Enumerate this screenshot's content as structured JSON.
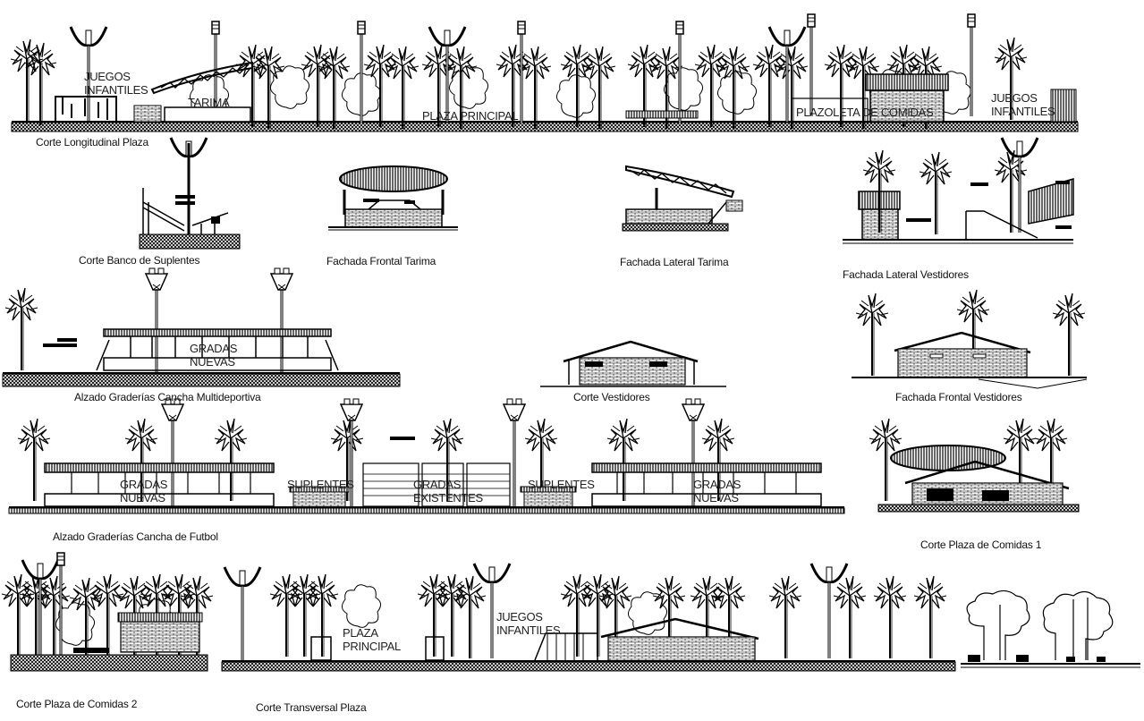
{
  "sheet": {
    "background": "#ffffff",
    "line_color": "#000000",
    "drawings": [
      {
        "id": "corte-longitudinal-plaza",
        "caption": "Corte Longitudinal Plaza",
        "tags": [
          "JUEGOS\nINFANTILES",
          "TARIMA",
          "PLAZA PRINCIPAL",
          "PLAZOLETA DE COMIDAS",
          "JUEGOS\nINFANTILES"
        ]
      },
      {
        "id": "corte-banco-suplentes",
        "caption": "Corte Banco de Suplentes",
        "tags": []
      },
      {
        "id": "fachada-frontal-tarima",
        "caption": "Fachada Frontal Tarima",
        "tags": []
      },
      {
        "id": "fachada-lateral-tarima",
        "caption": "Fachada Lateral Tarima",
        "tags": []
      },
      {
        "id": "fachada-lateral-vestidores",
        "caption": "Fachada Lateral Vestidores",
        "tags": []
      },
      {
        "id": "alzado-graderias-multideportiva",
        "caption": "Alzado Graderías Cancha Multideportiva",
        "tags": [
          "GRADAS\nNUEVAS"
        ]
      },
      {
        "id": "corte-vestidores",
        "caption": "Corte Vestidores",
        "tags": []
      },
      {
        "id": "fachada-frontal-vestidores",
        "caption": "Fachada Frontal Vestidores",
        "tags": []
      },
      {
        "id": "alzado-graderias-futbol",
        "caption": "Alzado Graderías Cancha de Futbol",
        "tags": [
          "GRADAS\nNUEVAS",
          "SUPLENTES",
          "GRADAS\nEXISTENTES",
          "SUPLENTES",
          "GRADAS\nNUEVAS"
        ]
      },
      {
        "id": "corte-plaza-comidas-1",
        "caption": "Corte Plaza de Comidas 1",
        "tags": []
      },
      {
        "id": "corte-plaza-comidas-2",
        "caption": "Corte Plaza de Comidas 2",
        "tags": []
      },
      {
        "id": "corte-transversal-plaza",
        "caption": "Corte Transversal Plaza",
        "tags": [
          "PLAZA\nPRINCIPAL",
          "JUEGOS\nINFANTILES"
        ]
      }
    ]
  }
}
